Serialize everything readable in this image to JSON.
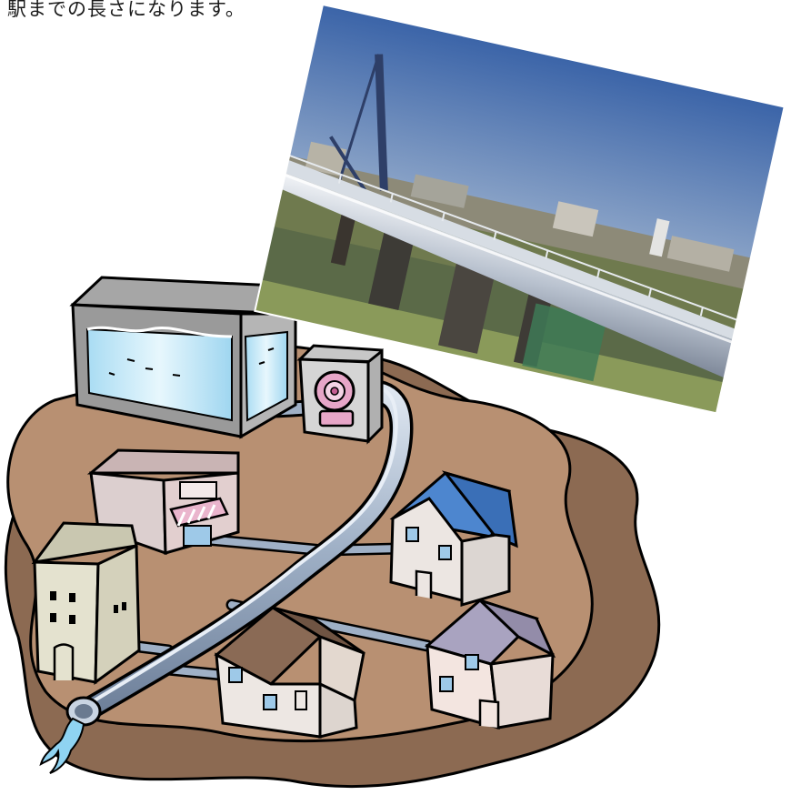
{
  "caption": {
    "text": "駅までの長さになります。"
  },
  "illustration": {
    "subject": "water-distribution-network",
    "icons": [
      "water-tank-icon",
      "pump-icon",
      "pipe-icon",
      "shop-icon",
      "apartment-building-icon",
      "house-icon",
      "bridge-photo"
    ]
  },
  "colors": {
    "ground": "#b89072",
    "ground_shadow": "#8c6a52",
    "pipe": "#9fb0c6",
    "water": "#bfe6f7",
    "roof_blue": "#4d86cf",
    "roof_brown": "#8a6a55",
    "roof_lilac": "#a9a3c0",
    "pump_pink": "#e7a6c8"
  }
}
